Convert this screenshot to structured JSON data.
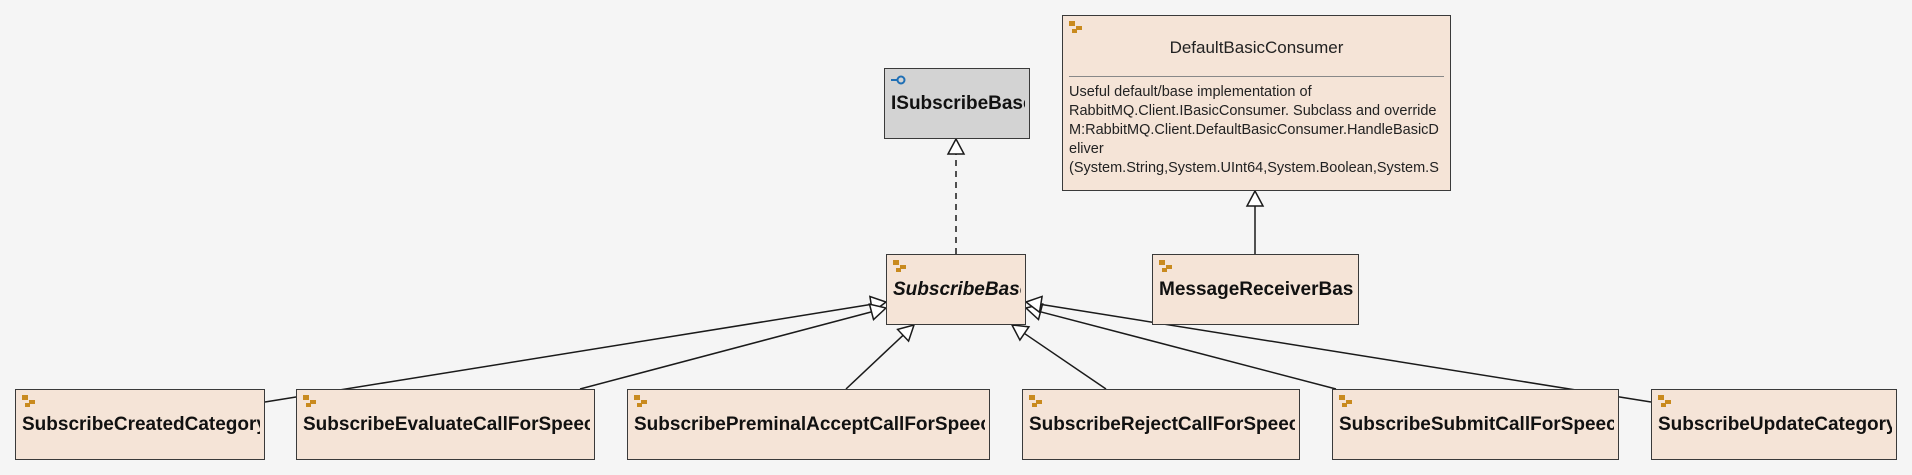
{
  "diagram": {
    "nodes": [
      {
        "id": "isubscribebase",
        "label": "ISubscribeBase",
        "kind": "interface",
        "icon": "interface-icon"
      },
      {
        "id": "defaultbasicconsumer",
        "label": "DefaultBasicConsumer",
        "kind": "class",
        "icon": "class-icon",
        "description": "Useful default/base implementation of RabbitMQ.Client.IBasicConsumer. Subclass and override M:RabbitMQ.Client.DefaultBasicConsumer.HandleBasicDeliver (System.String,System.UInt64,System.Boolean,System.S"
      },
      {
        "id": "subscribebase",
        "label": "SubscribeBase",
        "kind": "abstract-class",
        "icon": "class-icon"
      },
      {
        "id": "messagereceiverbase",
        "label": "MessageReceiverBase",
        "kind": "class",
        "icon": "class-icon"
      },
      {
        "id": "subscribecreatedcategory",
        "label": "SubscribeCreatedCategory",
        "kind": "class",
        "icon": "class-icon"
      },
      {
        "id": "subscribeevaluatecallforspeech",
        "label": "SubscribeEvaluateCallForSpeech",
        "kind": "class",
        "icon": "class-icon"
      },
      {
        "id": "subscribepreminalacceptcallforspeech",
        "label": "SubscribePreminalAcceptCallForSpeech",
        "kind": "class",
        "icon": "class-icon"
      },
      {
        "id": "subscriberejectcallforspeech",
        "label": "SubscribeRejectCallForSpeech",
        "kind": "class",
        "icon": "class-icon"
      },
      {
        "id": "subscribesubmitcallforspeech",
        "label": "SubscribeSubmitCallForSpeech",
        "kind": "class",
        "icon": "class-icon"
      },
      {
        "id": "subscribeupdatecategory",
        "label": "SubscribeUpdateCategory",
        "kind": "class",
        "icon": "class-icon"
      }
    ],
    "edges": [
      {
        "from": "subscribebase",
        "to": "isubscribebase",
        "type": "realization"
      },
      {
        "from": "messagereceiverbase",
        "to": "defaultbasicconsumer",
        "type": "inheritance"
      },
      {
        "from": "subscribecreatedcategory",
        "to": "subscribebase",
        "type": "inheritance"
      },
      {
        "from": "subscribeevaluatecallforspeech",
        "to": "subscribebase",
        "type": "inheritance"
      },
      {
        "from": "subscribepreminalacceptcallforspeech",
        "to": "subscribebase",
        "type": "inheritance"
      },
      {
        "from": "subscriberejectcallforspeech",
        "to": "subscribebase",
        "type": "inheritance"
      },
      {
        "from": "subscribesubmitcallforspeech",
        "to": "subscribebase",
        "type": "inheritance"
      },
      {
        "from": "subscribeupdatecategory",
        "to": "subscribebase",
        "type": "inheritance"
      }
    ]
  },
  "colors": {
    "canvas": "#f5f5f5",
    "class_fill": "#f5e4d7",
    "interface_fill": "#d3d3d3",
    "border": "#3a3a3a",
    "class_icon": "#c98a1e",
    "interface_icon": "#1f6fb5"
  }
}
